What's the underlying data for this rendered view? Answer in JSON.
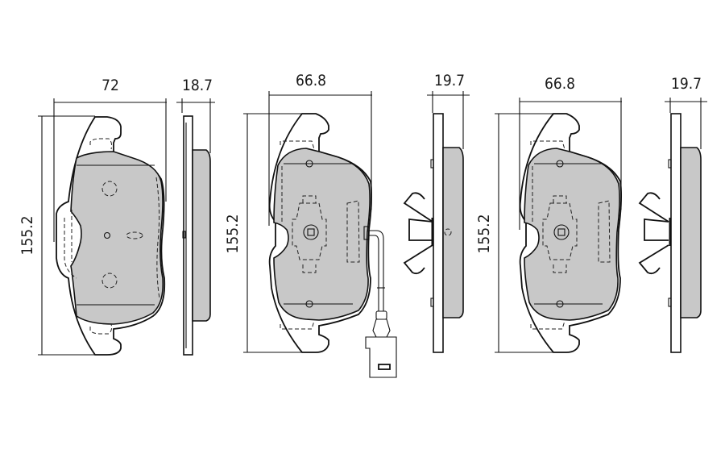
{
  "diagram": {
    "title": "Brake pad set dimensional drawing",
    "colors": {
      "friction_material": "#c8c8c8",
      "line": "#111111",
      "background": "#ffffff"
    },
    "views": [
      {
        "id": "pad-1",
        "description": "Pad without wear sensor",
        "front": {
          "width_label": "72",
          "height_label": "155.2"
        },
        "side": {
          "thickness_label": "18.7"
        }
      },
      {
        "id": "pad-2",
        "description": "Pad with wear sensor wire and spring clip",
        "front": {
          "width_label": "66.8",
          "height_label": "155.2"
        },
        "side": {
          "thickness_label": "19.7"
        }
      },
      {
        "id": "pad-3",
        "description": "Pad with spring clip",
        "front": {
          "width_label": "66.8",
          "height_label": "155.2"
        },
        "side": {
          "thickness_label": "19.7"
        }
      }
    ]
  }
}
